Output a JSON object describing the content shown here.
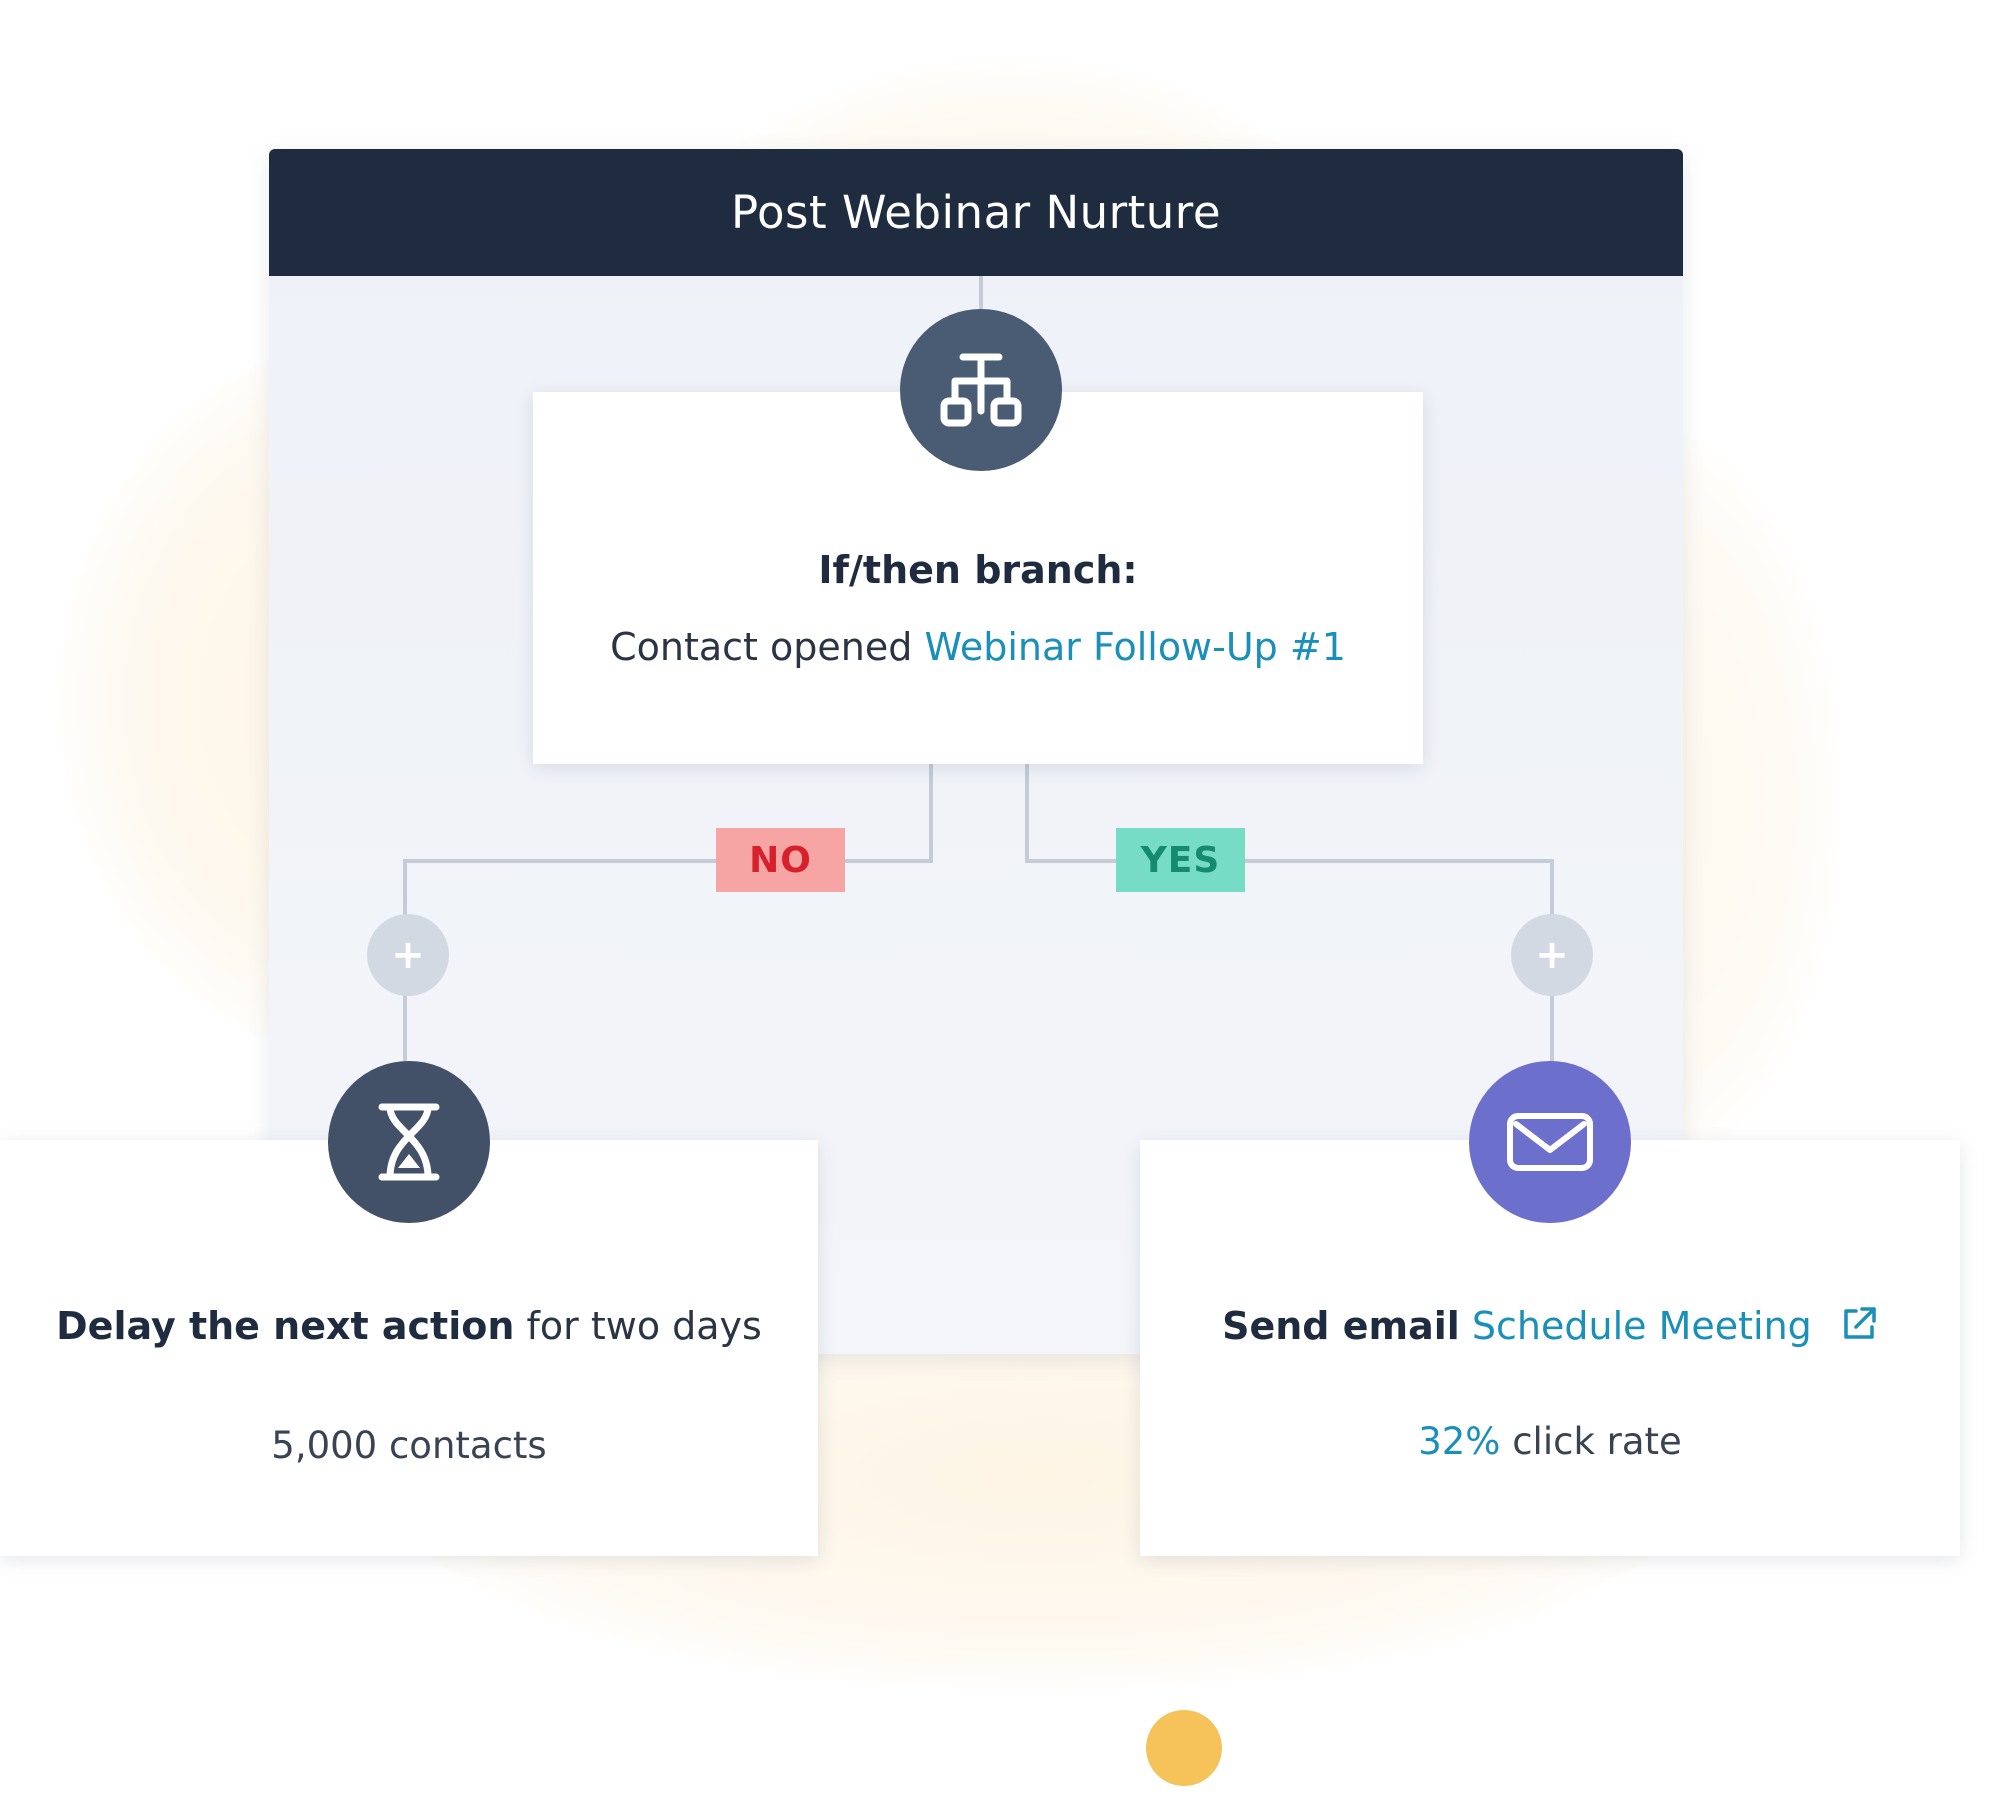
{
  "workflow": {
    "title": "Post Webinar Nurture"
  },
  "branch": {
    "icon": "branch-icon",
    "title": "If/then branch:",
    "condition_prefix": "Contact opened",
    "condition_link": "Webinar Follow-Up #1"
  },
  "paths": {
    "no_label": "NO",
    "yes_label": "YES",
    "add_action_symbol": "+"
  },
  "delay_action": {
    "icon": "hourglass-icon",
    "title_bold": "Delay the next action",
    "title_rest": "for two days",
    "contacts": "5,000 contacts"
  },
  "email_action": {
    "icon": "envelope-icon",
    "title_bold": "Send email",
    "email_link": "Schedule Meeting",
    "rate_value": "32%",
    "rate_label": "click rate"
  },
  "colors": {
    "header_bg": "#1f2c3f",
    "link": "#1a8fb9",
    "no_badge_bg": "#f6a5a4",
    "no_badge_text": "#d8202d",
    "yes_badge_bg": "#77dcc6",
    "yes_badge_text": "#148b6f",
    "email_node": "#6c6fcb",
    "accent_dot": "#f6c35b"
  }
}
